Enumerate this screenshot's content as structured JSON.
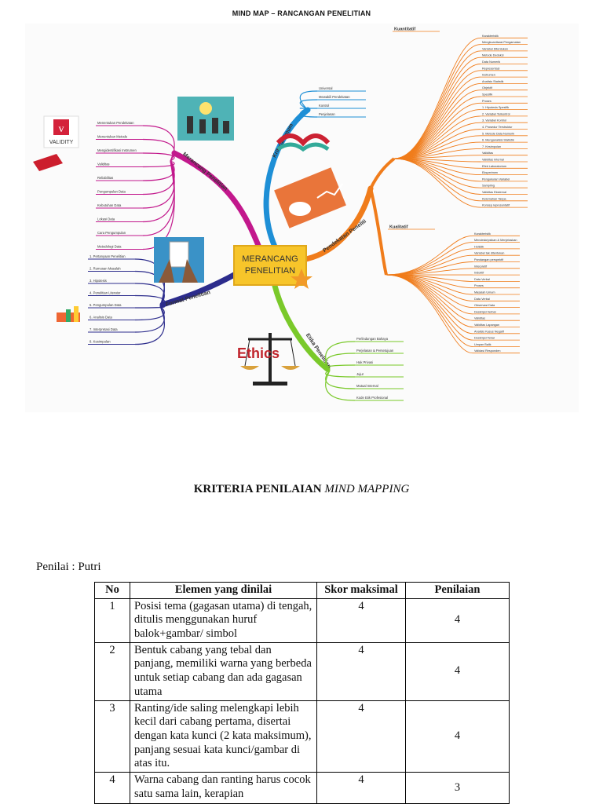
{
  "page_heading": "MIND MAP – RANCANGAN PENELITIAN",
  "mindmap": {
    "center": [
      "MERANCANG",
      "PENELITIAN"
    ],
    "validity_logo": "VALIDITY",
    "ethics_logo": "Ethics",
    "branches": [
      {
        "label": "Merancang Penelitian",
        "color": "#c2188c",
        "items": [
          "Menentukan Pendekatan",
          "Menentukan Metode",
          "Mengidentifikasi Instrumen",
          "Validitas",
          "Reliabilitas",
          "Pengumpulan Data",
          "Kebutuhan Data",
          "Lokasi Data",
          "Cara Pengumpulan",
          "Metodologi Data"
        ]
      },
      {
        "label": "Kriteria Umum",
        "color": "#1e8fd6",
        "items": [
          "Universal",
          "Mewakili Pendekatan",
          "Kontrol",
          "Penjelasan"
        ]
      },
      {
        "label": "Format Penelitian",
        "color": "#2c2c8c",
        "items": [
          "1. Pertanyaan Penelitian",
          "2. Rumusan Masalah",
          "3. Hipotesis",
          "4. Penelitian Literatur",
          "5. Pengumpulan Data",
          "6. Analisis Data",
          "7. Interpretasi Data",
          "8. Kesimpulan"
        ]
      },
      {
        "label": "Etika Penelitian",
        "color": "#7ac92a",
        "items": [
          "Perlindungan Bahaya",
          "Perjelasan & Persetujuan",
          "Hak Privasi",
          "Jujur",
          "Mutual Internal",
          "Kode Etik Profesional"
        ]
      },
      {
        "label": "Pendekatan Peneliti",
        "color": "#f07c1b",
        "items": [
          "Kuantitatif",
          "Karakteristik",
          "Mengkuantisasi Pengamatan",
          "Variabel Ditentukan",
          "Metode Deduksi",
          "Data Numerik",
          "Representasi",
          "Instrumen",
          "Analisis Statistik",
          "Objektif",
          "Spesifik",
          "Proses",
          "1. Hipotesis Spesifik",
          "2. Variabel Terkontrol",
          "3. Variabel Kontrol",
          "4. Prosedur Terstruktur",
          "5. Metode Data Numerik",
          "6. Menganalisis Statistik",
          "7. Kesimpulan",
          "Validitas",
          "Validitas Internal",
          "Efek Laboratorium",
          "Eksperimen",
          "Pengukuran Variabel",
          "Sampling",
          "Validitas Eksternal",
          "Kelemahan Tanpa",
          "Konsep representatif",
          "Kualitatif",
          "Karakteristik",
          "Mendeskripsikan & Menjelaskan",
          "Holistik",
          "Variabel tak ditentukan",
          "Pandangan perspektif",
          "Interpretif",
          "Induktif",
          "Data Verbal",
          "Proses",
          "Masalah Umum",
          "Data Verbal",
          "Observasi Data",
          "Deskripsi Verbal",
          "Validitas",
          "Validitas Lapangan",
          "Analisis Kasus Negatif",
          "Deskripsi Tebal",
          "Umpan Balik",
          "Validasi Responden"
        ]
      }
    ]
  },
  "title": {
    "normal": "KRITERIA PENILAIAN ",
    "italic": "MIND MAPPING"
  },
  "rater": "Penilai : Putri",
  "table": {
    "headers": {
      "no": "No",
      "element": "Elemen yang dinilai",
      "max": "Skor maksimal",
      "score": "Penilaian"
    },
    "rows": [
      {
        "no": "1",
        "element": "Posisi tema (gagasan utama) di tengah, ditulis menggunakan huruf balok+gambar/ simbol",
        "max": "4",
        "score": "4"
      },
      {
        "no": "2",
        "element": "Bentuk cabang yang tebal dan panjang, memiliki warna yang berbeda untuk setiap cabang dan ada gagasan utama",
        "max": "4",
        "score": "4"
      },
      {
        "no": "3",
        "element": "Ranting/ide saling melengkapi lebih kecil dari cabang pertama, disertai dengan kata kunci (2 kata maksimum), panjang sesuai kata kunci/gambar di atas itu.",
        "max": "4",
        "score": "4"
      },
      {
        "no": "4",
        "element": "Warna cabang dan ranting harus cocok satu sama lain, kerapian",
        "max": "4",
        "score": "3"
      }
    ]
  },
  "colors": {
    "pink": "#c2188c",
    "blue": "#1e8fd6",
    "navy": "#2c2c8c",
    "green": "#7ac92a",
    "orange": "#f07c1b",
    "center_fill": "#f7c52a"
  }
}
